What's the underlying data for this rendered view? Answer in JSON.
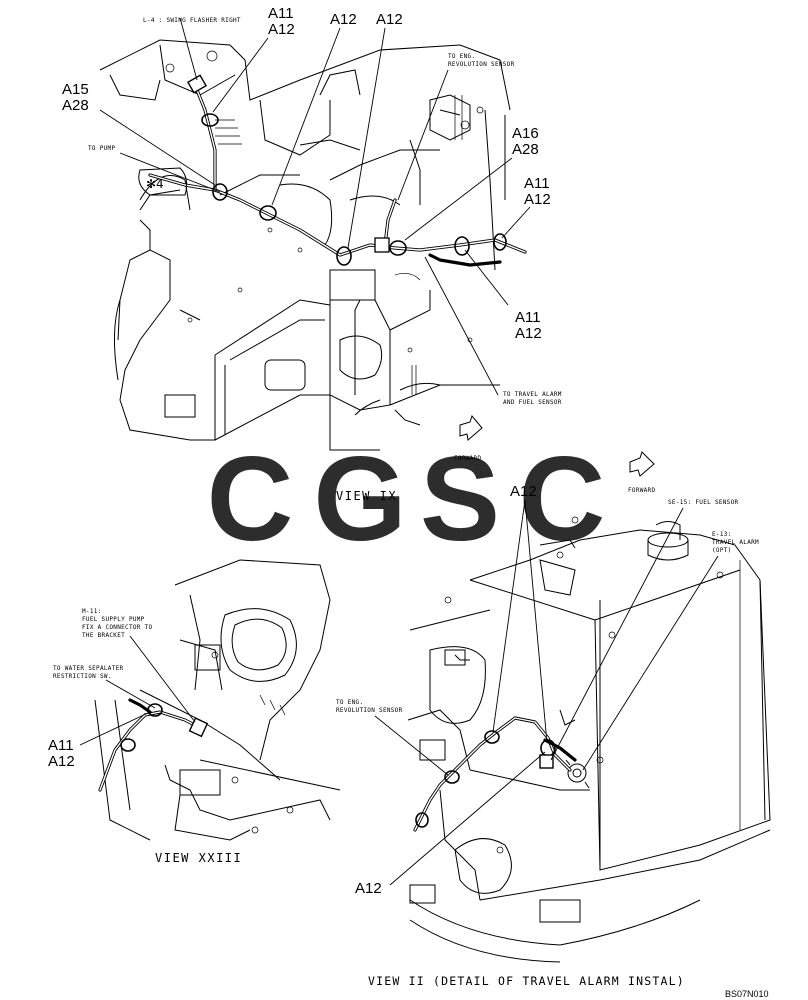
{
  "watermark": {
    "letters": [
      {
        "char": "C",
        "color": "#5b8def"
      },
      {
        "char": "G",
        "color": "#ef6f62"
      },
      {
        "char": "S",
        "color": "#f7cf4a"
      },
      {
        "char": "C",
        "color": "#3fa86a"
      }
    ]
  },
  "view_ix": {
    "title": "VIEW IX",
    "labels": {
      "a11_a12_top": [
        "A11",
        "A12"
      ],
      "a12_first": "A12",
      "a12_second": "A12",
      "a15_a28": [
        "A15",
        "A28"
      ],
      "a16_a28": [
        "A16",
        "A28"
      ],
      "a11_a12_right": [
        "A11",
        "A12"
      ],
      "a11_a12_lower": [
        "A11",
        "A12"
      ]
    },
    "notes": {
      "swing_flasher": "L-4 : SWING FLASHER RIGHT",
      "eng_rev_sensor": [
        "TO ENG.",
        "REVOLUTION SENSOR"
      ],
      "to_pump": "TO PUMP",
      "travel_alarm": [
        "TO TRAVEL ALARM",
        "AND FUEL SENSOR"
      ],
      "forward": "FORWARD",
      "mark": "✻4"
    }
  },
  "view_xxiii": {
    "title": "VIEW XXIII",
    "labels": {
      "a11_a12": [
        "A11",
        "A12"
      ]
    },
    "notes": {
      "fuel_pump": [
        "M-11:",
        "FUEL SUPPLY PUMP",
        "FIX A CONNECTOR TO",
        "THE BRACKET"
      ],
      "water_sep": [
        "TO WATER SEPALATER",
        "RESTRICTION SW."
      ]
    }
  },
  "view_ii": {
    "title": "VIEW II (DETAIL OF TRAVEL ALARM INSTAL)",
    "labels": {
      "a12_top": "A12",
      "a12_bottom": "A12"
    },
    "notes": {
      "fuel_sensor": "SE-15: FUEL SENSOR",
      "travel_alarm_opt": [
        "E-13:",
        "TRAVEL ALARM",
        "(OPT)"
      ],
      "eng_rev_sensor": [
        "TO ENG.",
        "REVOLUTION SENSOR"
      ],
      "forward": "FORWARD"
    }
  },
  "drawing_code": "BS07N010"
}
